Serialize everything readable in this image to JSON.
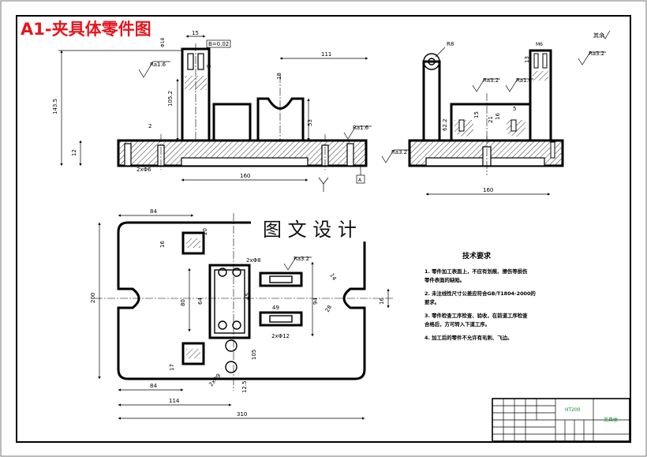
{
  "title": "A1-夹具体零件图",
  "watermark": "图 文 设 计",
  "surface_finish_note": "其余",
  "front_view_dims": {
    "d15": "15",
    "phi18": "Φ18",
    "d6": "6",
    "d9": "9",
    "d1052": "105.2",
    "d1435": "143.5",
    "d111": "111",
    "d18": "18",
    "d53": "53",
    "d2": "2",
    "d12": "12",
    "d160": "160",
    "two_phi6": "2xΦ6",
    "tol": "B=0.02",
    "ra16a": "Ra1.6",
    "ra16b": "Ra1.6",
    "ra32": "Ra3.2"
  },
  "side_view_dims": {
    "r8": "R8",
    "m6": "M6",
    "d13": "13",
    "ra32a": "Ra3.2",
    "ra32b": "Ra3.2",
    "ra16": "Ra1.6",
    "d15": "15",
    "d622": "62.2",
    "d16": "16",
    "d21": "21",
    "d5": "5",
    "d160": "160"
  },
  "plan_view_dims": {
    "d84": "84",
    "d20": "20",
    "d16": "16",
    "d200": "200",
    "two_phi8": "2xΦ8",
    "ra32": "Ra3.2",
    "d80": "80",
    "d64": "64",
    "d94": "94",
    "d45": "45",
    "d49": "49",
    "d14": "14",
    "d16b": "16",
    "d28": "28",
    "two_phi12": "2xΦ12",
    "d17": "17",
    "d105": "105",
    "d114": "114",
    "d125": "12.5",
    "d84b": "84",
    "d310": "310",
    "two_phi9": "2xΦ9"
  },
  "tech_requirements": {
    "heading": "技术要求",
    "lines": [
      "1. 零件加工表面上，不应有划痕、擦伤等损伤",
      "零件表面的缺陷。",
      "2. 未注线性尺寸公差应符合GB/T1804-2000的",
      "要求。",
      "3. 零件检查工序检查、验收，在前道工序检查",
      "合格后，方可转入下道工序。",
      "4. 加工后的零件不允许有毛刺、飞边。"
    ]
  },
  "title_block": {
    "drawing_name": "夹具体",
    "material": "HT200"
  }
}
